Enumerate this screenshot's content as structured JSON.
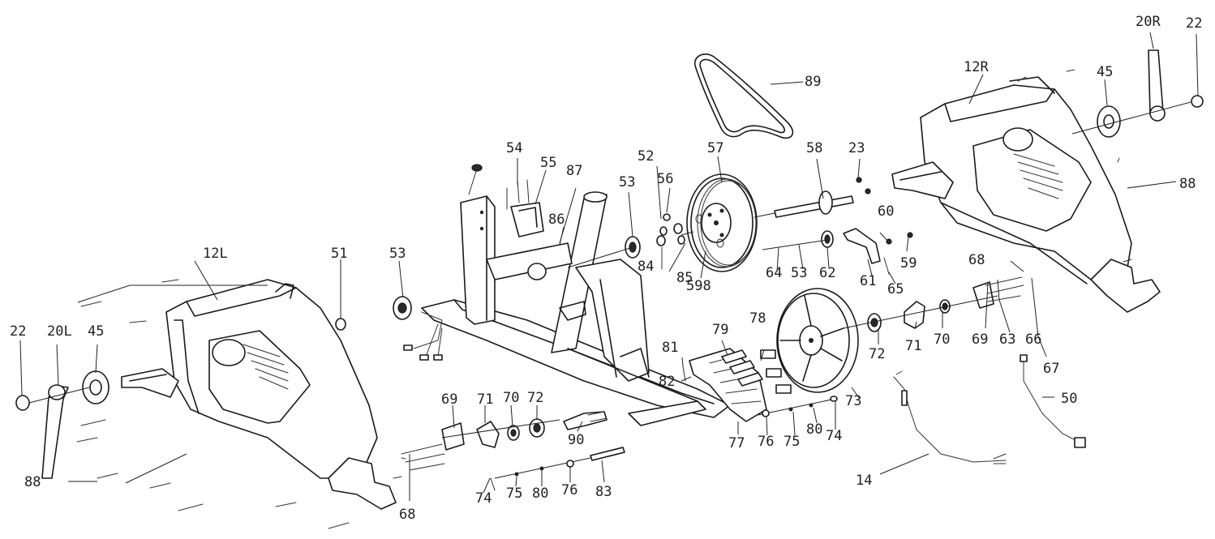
{
  "callouts": {
    "c_12L": "12L",
    "c_12R": "12R",
    "c_14": "14",
    "c_20L": "20L",
    "c_20R": "20R",
    "c_22_left": "22",
    "c_22_right": "22",
    "c_23": "23",
    "c_45_left": "45",
    "c_45_right": "45",
    "c_50": "50",
    "c_51": "51",
    "c_52": "52",
    "c_53_left": "53",
    "c_53_mid": "53",
    "c_53_right": "53",
    "c_54": "54",
    "c_55": "55",
    "c_56": "56",
    "c_57": "57",
    "c_58": "58",
    "c_59": "59",
    "c_598": "598",
    "c_60": "60",
    "c_61": "61",
    "c_62": "62",
    "c_63": "63",
    "c_64": "64",
    "c_65": "65",
    "c_66": "66",
    "c_67": "67",
    "c_68_right": "68",
    "c_68_bottom": "68",
    "c_69_left": "69",
    "c_69_right": "69",
    "c_70_left": "70",
    "c_70_right": "70",
    "c_71_left": "71",
    "c_71_right": "71",
    "c_72_left": "72",
    "c_72_right": "72",
    "c_73": "73",
    "c_74_left": "74",
    "c_74_right": "74",
    "c_75_left": "75",
    "c_75_right": "75",
    "c_76_left": "76",
    "c_76_right": "76",
    "c_77": "77",
    "c_78": "78",
    "c_79": "79",
    "c_80_left": "80",
    "c_80_right": "80",
    "c_81": "81",
    "c_82": "82",
    "c_83": "83",
    "c_84": "84",
    "c_85": "85",
    "c_86": "86",
    "c_87": "87",
    "c_88_left": "88",
    "c_88_right": "88",
    "c_89": "89",
    "c_90": "90"
  }
}
